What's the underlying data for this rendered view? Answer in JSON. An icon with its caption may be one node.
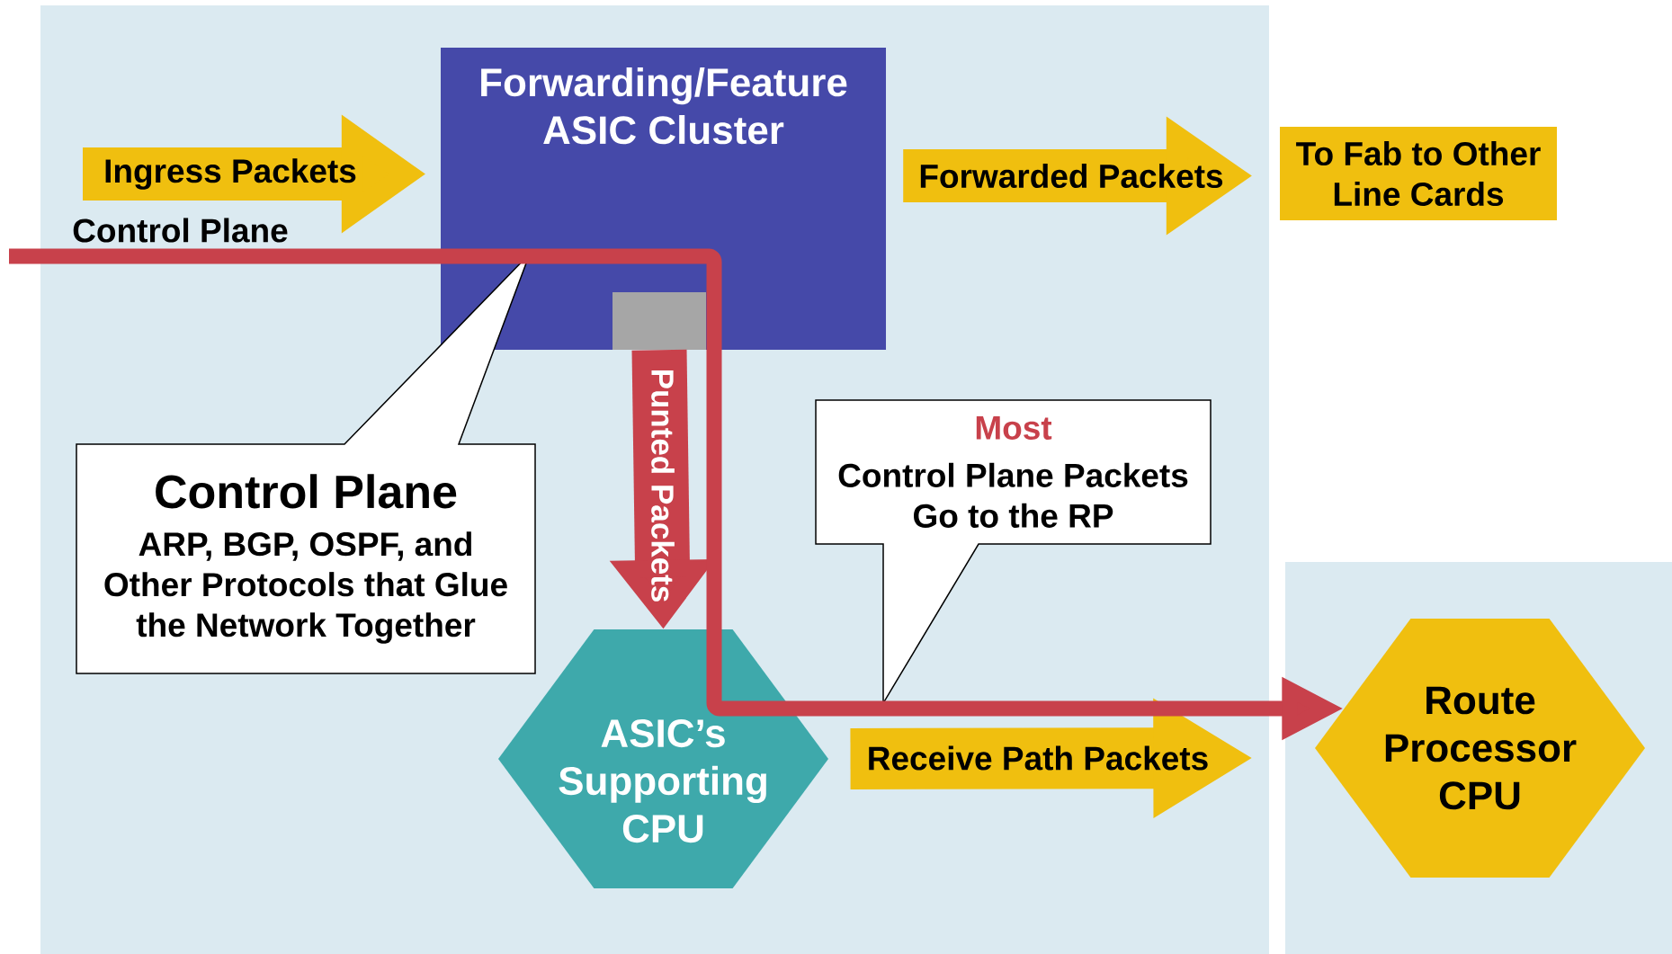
{
  "diagram": {
    "nodes": [
      {
        "text": [],
        "shape": "box"
      },
      {
        "text": [
          "Forwarding/Feature ASIC Cluster"
        ],
        "in": 0
      },
      {
        "text": [],
        "shape": "box",
        "in": 1
      },
      {
        "text": [
          "To Fab to Other Line Cards"
        ]
      },
      {
        "text": [
          "Control Plane",
          "ARP, BGP, OSPF, and Other Protocols that Glue the Network Together"
        ],
        "in": 0
      },
      {
        "text": [
          "ASIC’s Supporting CPU"
        ],
        "in": 0
      },
      {
        "text": [
          "Most",
          "Control Plane Packets Go to the RP"
        ],
        "in": 0
      },
      {
        "text": [],
        "shape": "box"
      },
      {
        "text": [
          "Route Processor CPU"
        ],
        "in": 7
      }
    ],
    "edges": [
      {
        "from": null,
        "to": 1,
        "arrow": "to",
        "label": "Ingress Packets"
      },
      {
        "from": 1,
        "to": 3,
        "arrow": "to",
        "label": "Forwarded Packets"
      },
      {
        "from": 2,
        "to": 5,
        "arrow": "to",
        "label": "Punted Packets",
        "color": "#c8414b"
      },
      {
        "from": 5,
        "to": 8,
        "arrow": "to",
        "label": "Receive Path Packets"
      },
      {
        "from": null,
        "to": 8,
        "arrow": "to",
        "label": "Control Plane",
        "color": "#c8414b"
      }
    ]
  }
}
